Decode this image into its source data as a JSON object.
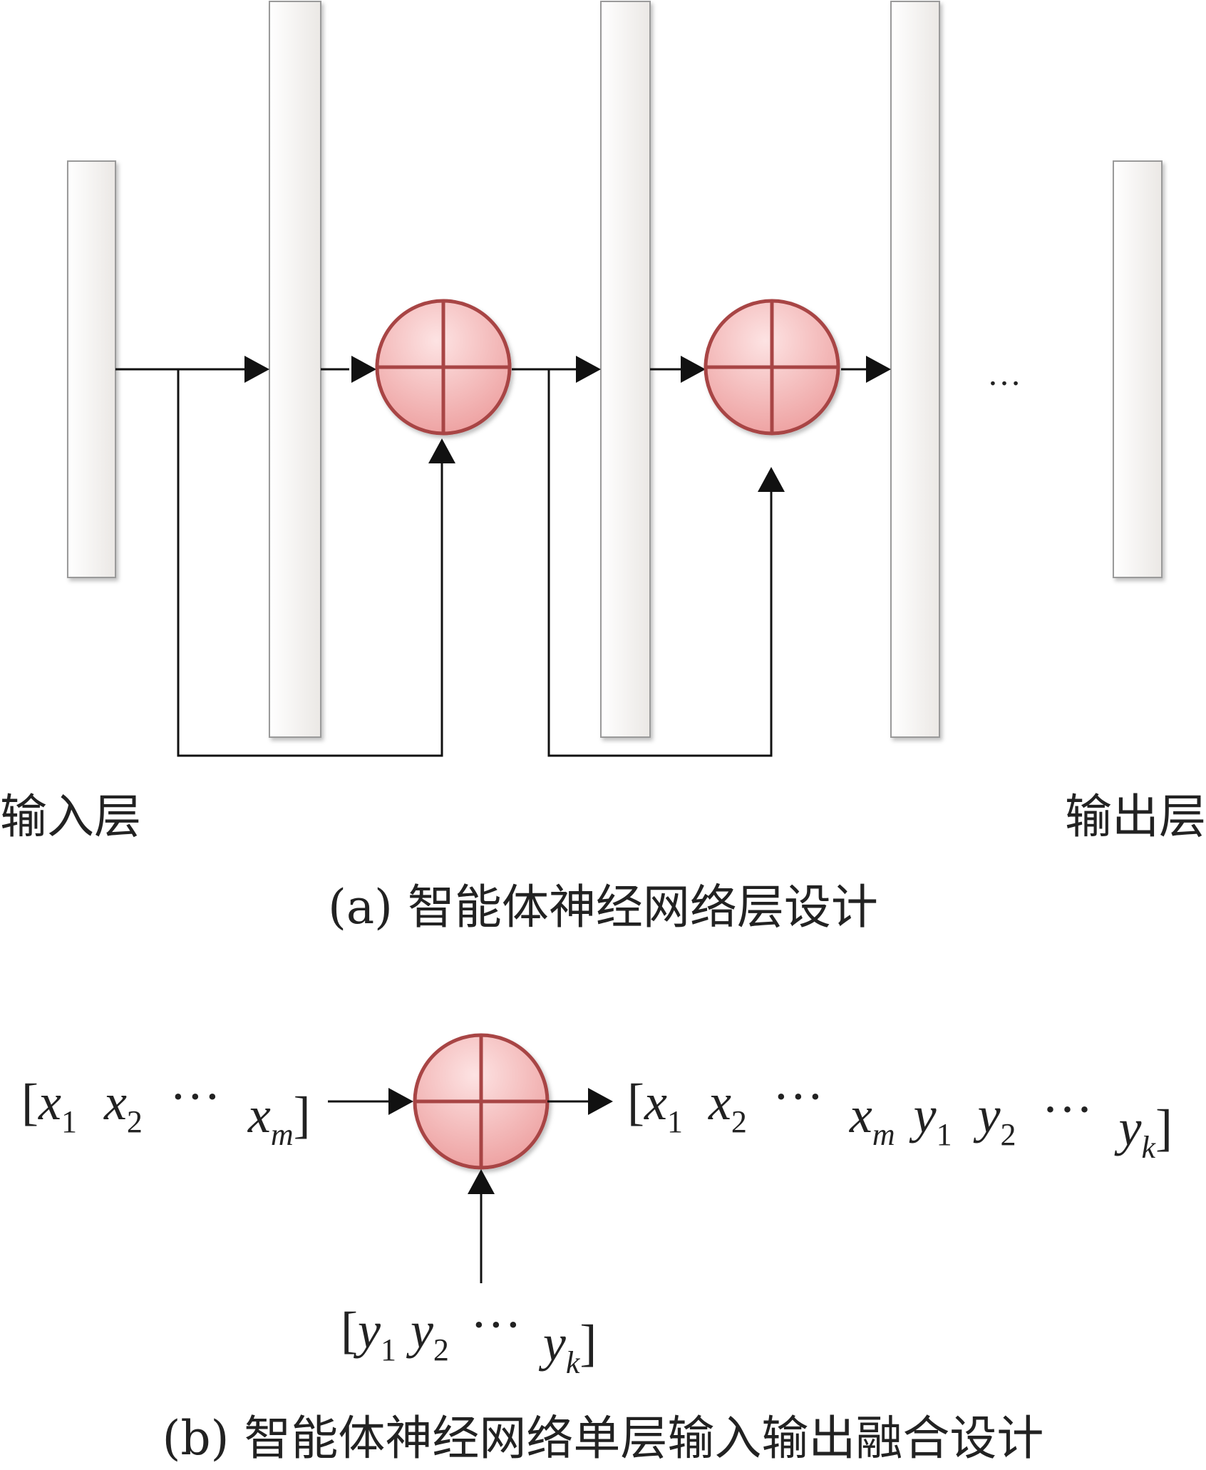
{
  "panel_a": {
    "label_input": "输入层",
    "label_output": "输出层",
    "ellipsis": "…",
    "caption": "(a) 智能体神经网络层设计"
  },
  "panel_b": {
    "x_vector": {
      "open": "[",
      "items": [
        {
          "base": "x",
          "sub": "1"
        },
        {
          "base": "x",
          "sub": "2"
        },
        {
          "dots": "···"
        },
        {
          "base": "x",
          "sub": "m"
        }
      ],
      "close": "]"
    },
    "y_vector": {
      "open": "[",
      "items": [
        {
          "base": "y",
          "sub": "1"
        },
        {
          "base": "y",
          "sub": "2"
        },
        {
          "dots": "···"
        },
        {
          "base": "y",
          "sub": "k"
        }
      ],
      "close": "]"
    },
    "xy_vector": {
      "open": "[",
      "items": [
        {
          "base": "x",
          "sub": "1"
        },
        {
          "base": "x",
          "sub": "2"
        },
        {
          "dots": "···"
        },
        {
          "base": "x",
          "sub": "m"
        },
        {
          "base": "y",
          "sub": "1"
        },
        {
          "base": "y",
          "sub": "2"
        },
        {
          "dots": "···"
        },
        {
          "base": "y",
          "sub": "k"
        }
      ],
      "close": "]"
    },
    "caption": "(b) 智能体神经网络单层输入输出融合设计"
  },
  "colors": {
    "layer_fill": "#f2f0ee",
    "layer_stroke": "#9a9a9a",
    "node_fill_top": "#fbdada",
    "node_fill_bottom": "#ea9696",
    "node_stroke": "#a84444",
    "arrow": "#111111"
  }
}
